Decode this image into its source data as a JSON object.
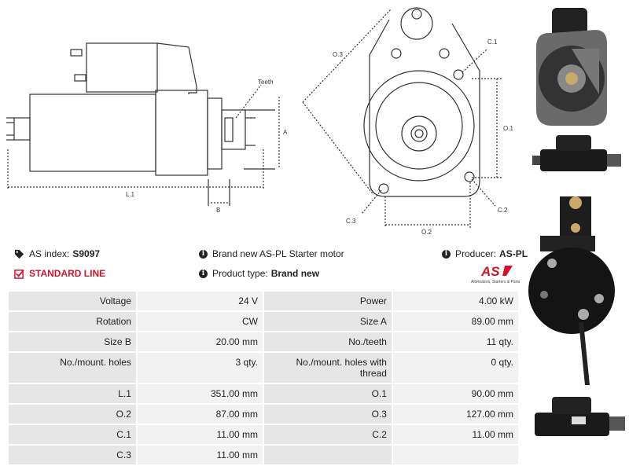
{
  "diagram": {
    "labels": {
      "teeth": "Teeth",
      "a": "A",
      "b": "B",
      "l1": "L.1",
      "o1": "O.1",
      "o2": "O.2",
      "o3": "O.3",
      "c1": "C.1",
      "c2": "C.2",
      "c3": "C.3"
    }
  },
  "info": {
    "as_index_label": "AS index:",
    "as_index_value": "S9097",
    "standard_line": "STANDARD LINE",
    "description": "Brand new AS-PL Starter motor",
    "product_type_label": "Product type:",
    "product_type_value": "Brand new",
    "producer_label": "Producer:",
    "producer_value": "AS-PL",
    "logo_text": "AS",
    "logo_tagline": "Alternators, Starters & Parts"
  },
  "specs": [
    [
      "Voltage",
      "24 V",
      "Power",
      "4.00 kW"
    ],
    [
      "Rotation",
      "CW",
      "Size A",
      "89.00 mm"
    ],
    [
      "Size B",
      "20.00 mm",
      "No./teeth",
      "11 qty."
    ],
    [
      "No./mount. holes",
      "3 qty.",
      "No./mount. holes with thread",
      "0 qty."
    ],
    [
      "L.1",
      "351.00 mm",
      "O.1",
      "90.00 mm"
    ],
    [
      "O.2",
      "87.00 mm",
      "O.3",
      "127.00 mm"
    ],
    [
      "C.1",
      "11.00 mm",
      "C.2",
      "11.00 mm"
    ],
    [
      "C.3",
      "11.00 mm",
      "",
      ""
    ]
  ],
  "colors": {
    "accent_red": "#d0142c",
    "label_cell": "#e6e6e6",
    "value_cell": "#f2f2f2"
  }
}
